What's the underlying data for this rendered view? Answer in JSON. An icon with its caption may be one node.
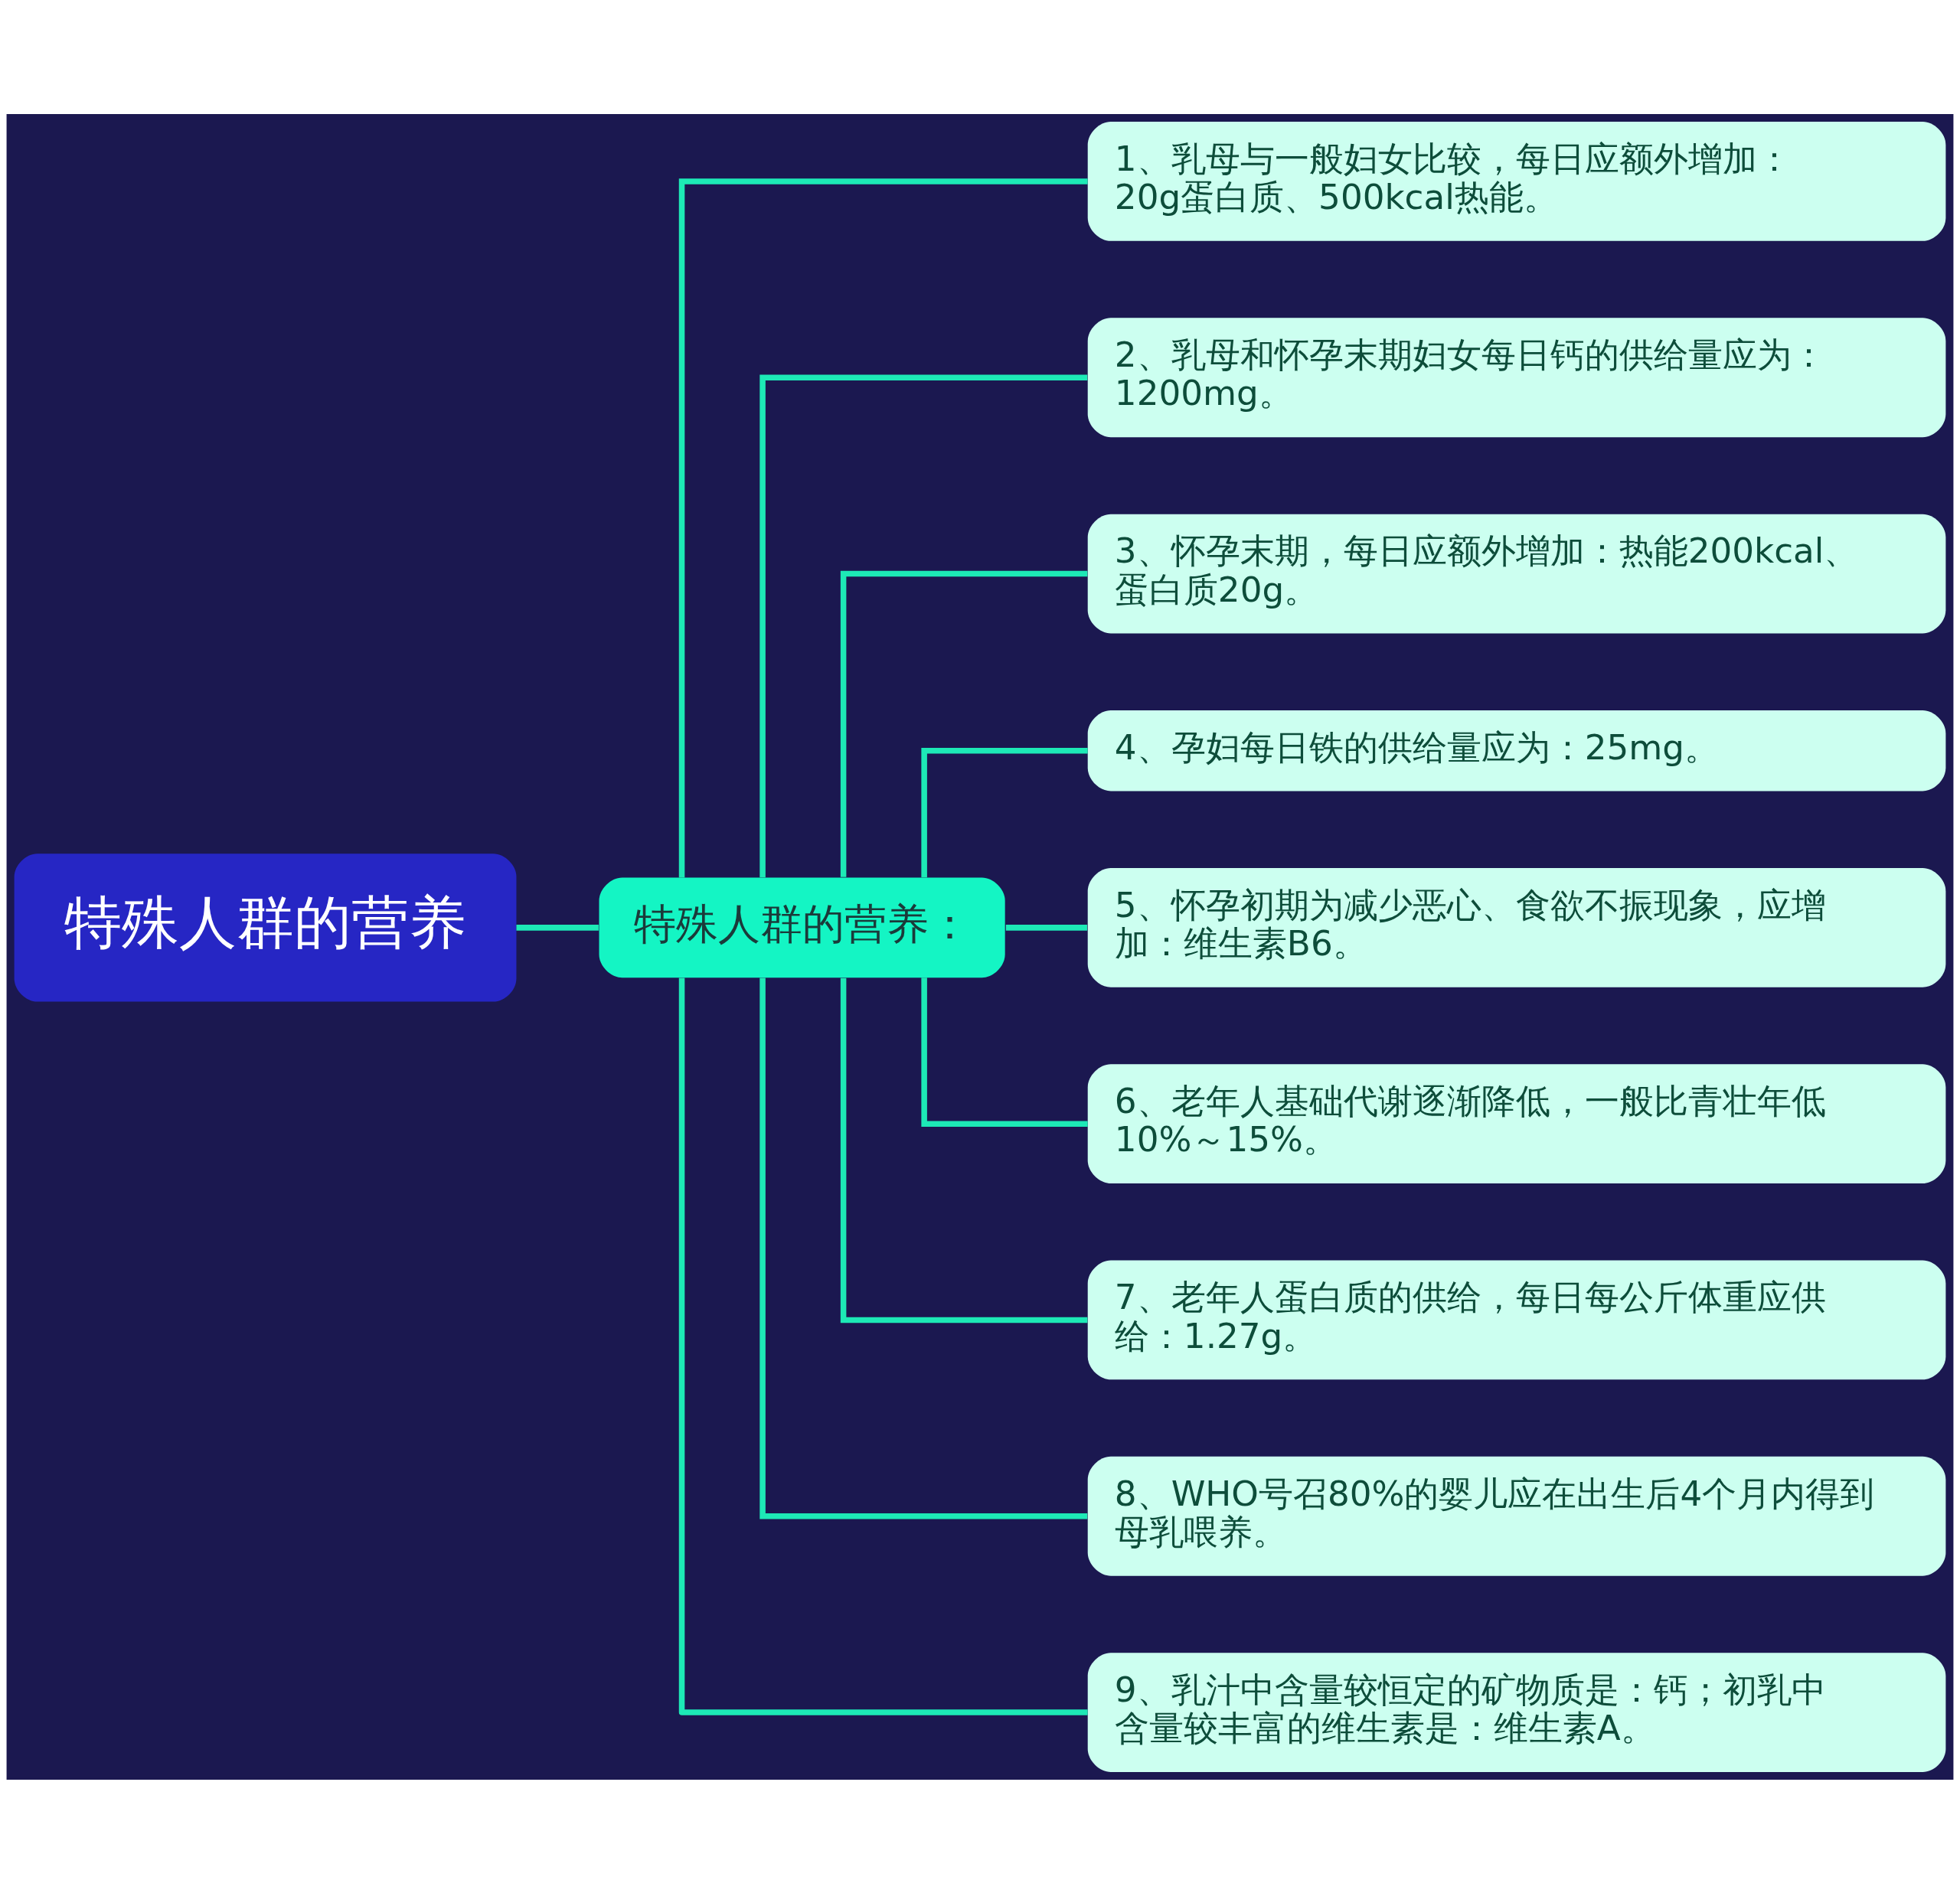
{
  "diagram": {
    "nodes": [
      {
        "text": [
          "特殊人群的营养"
        ]
      },
      {
        "text": [
          "特殊人群的营养："
        ]
      },
      {
        "text": [
          "1、乳母与一般妇女比较，每日应额外增加：20g蛋白质、500kcal热能。"
        ]
      },
      {
        "text": [
          "2、乳母和怀孕末期妇女每日钙的供给量应为：1200mg。"
        ]
      },
      {
        "text": [
          "3、怀孕末期，每日应额外增加：热能200kcal、蛋白质20g。"
        ]
      },
      {
        "text": [
          "4、孕妇每日铁的供给量应为：25mg。"
        ]
      },
      {
        "text": [
          "5、怀孕初期为减少恶心、食欲不振现象，应增加：维生素B6。"
        ]
      },
      {
        "text": [
          "6、老年人基础代谢逐渐降低，一般比青壮年低10%～15%。"
        ]
      },
      {
        "text": [
          "7、老年人蛋白质的供给，每日每公斤体重应供给：1.27g。"
        ]
      },
      {
        "text": [
          "8、WHO号召80%的婴儿应在出生后4个月内得到母乳喂养。"
        ]
      },
      {
        "text": [
          "9、乳汁中含量较恒定的矿物质是：钙；初乳中含量较丰富的维生素是：维生素A。"
        ]
      }
    ],
    "edges": [
      {
        "from": 0,
        "to": 1,
        "arrow": "none"
      },
      {
        "from": 1,
        "to": 2,
        "arrow": "none"
      },
      {
        "from": 1,
        "to": 3,
        "arrow": "none"
      },
      {
        "from": 1,
        "to": 4,
        "arrow": "none"
      },
      {
        "from": 1,
        "to": 5,
        "arrow": "none"
      },
      {
        "from": 1,
        "to": 6,
        "arrow": "none"
      },
      {
        "from": 1,
        "to": 7,
        "arrow": "none"
      },
      {
        "from": 1,
        "to": 8,
        "arrow": "none"
      },
      {
        "from": 1,
        "to": 9,
        "arrow": "none"
      },
      {
        "from": 1,
        "to": 10,
        "arrow": "none"
      }
    ]
  }
}
